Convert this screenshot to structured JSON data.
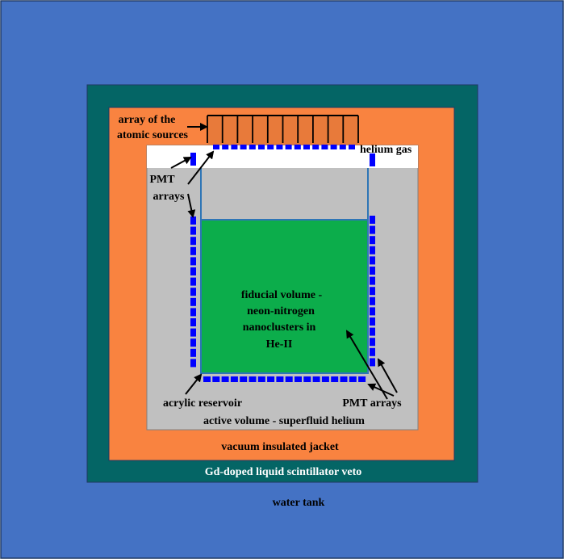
{
  "colors": {
    "water_tank": "#4472C4",
    "veto": "#046565",
    "jacket": "#F98340",
    "active_volume": "#C0C0C0",
    "helium_gas": "#FFFFFF",
    "fiducial": "#0CAD4B",
    "pmt": "#0000FF",
    "sources": "#E87A3A",
    "outline": "#000000",
    "reservoir_wall": "#2E75B6",
    "text_light": "#FFFFFF",
    "text_dark": "#000000"
  },
  "labels": {
    "water_tank": "water tank",
    "veto": "Gd-doped liquid scintillator veto",
    "jacket": "vacuum insulated jacket",
    "active_volume": "active volume - superfluid helium",
    "helium_gas": "helium gas",
    "sources_line1": "array of the",
    "sources_line2": "atomic sources",
    "pmt_top_line1": "PMT",
    "pmt_top_line2": "arrays",
    "pmt_bottom": "PMT arrays",
    "reservoir": "acrylic reservoir",
    "fiducial_line1": "fiducial volume -",
    "fiducial_line2": "neon-nitrogen",
    "fiducial_line3": "nanoclusters in",
    "fiducial_line4": "He-II"
  }
}
